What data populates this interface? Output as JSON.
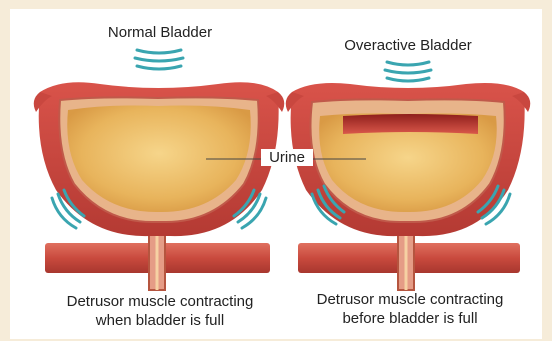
{
  "left": {
    "title": "Normal Bladder",
    "caption_line1": "Detrusor muscle contracting",
    "caption_line2": "when bladder is full"
  },
  "right": {
    "title": "Overactive Bladder",
    "caption_line1": "Detrusor muscle contracting",
    "caption_line2": "before bladder is full"
  },
  "center_label": "Urine",
  "colors": {
    "background": "#f6ecd9",
    "muscle": "#c9473f",
    "muscle_dark": "#9f2e2a",
    "wall": "#e8b48a",
    "urine": "#e7b155",
    "urine_light": "#f3cc80",
    "contraction_waves": "#3aa5b0",
    "pelvic_band": "#cf5a4a"
  }
}
